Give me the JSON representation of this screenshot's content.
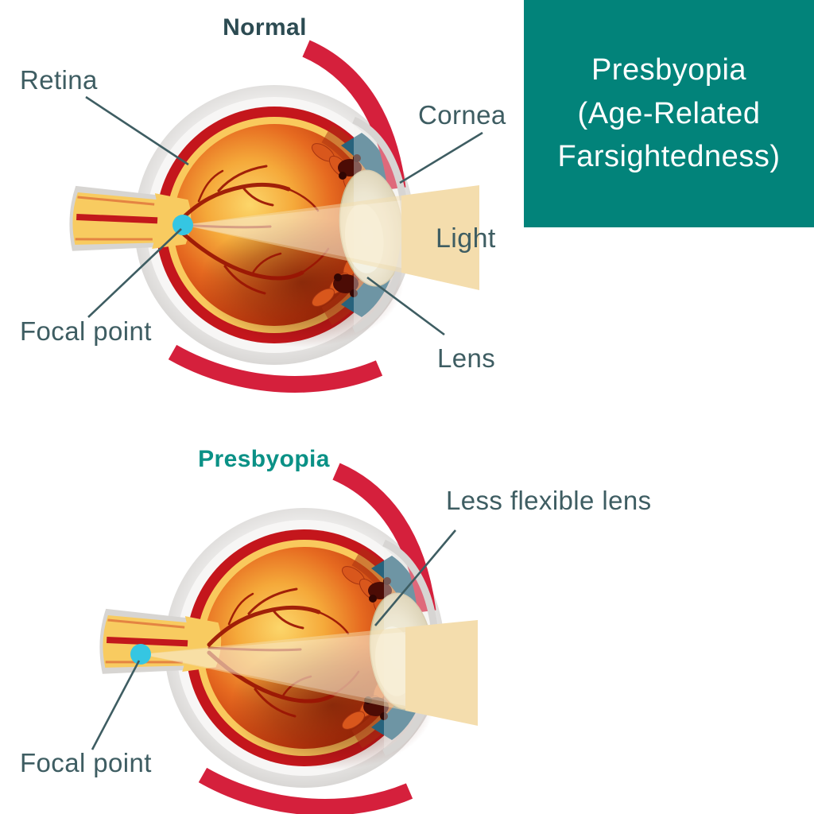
{
  "header_panel": {
    "line1": "Presbyopia",
    "line2": "(Age-Related",
    "line3": "Farsightedness)"
  },
  "normal_diagram": {
    "title": "Normal",
    "labels": {
      "retina": "Retina",
      "cornea": "Cornea",
      "light": "Light",
      "lens": "Lens",
      "focal_point": "Focal point"
    }
  },
  "presbyopia_diagram": {
    "title": "Presbyopia",
    "labels": {
      "less_flexible_lens": "Less flexible lens",
      "focal_point": "Focal point"
    }
  },
  "colors": {
    "panel_background": "#02837A",
    "panel_text": "#FFFFFF",
    "normal_title": "#2C4B52",
    "presbyopia_title": "#0A9186",
    "label_text": "#3E5D62",
    "leader_line": "#3E5D62",
    "focal_point_dot": "#35C6E2",
    "light_beam": "#F4DDAD",
    "muscle_red": "#D5203C",
    "eye_choroid_red": "#C4161C",
    "retina_yellow": "#F9C95D",
    "sclera_gray": "#DFDDDB",
    "optic_nerve_yellow": "#F8CB60",
    "vessel_red": "#9A1404"
  }
}
